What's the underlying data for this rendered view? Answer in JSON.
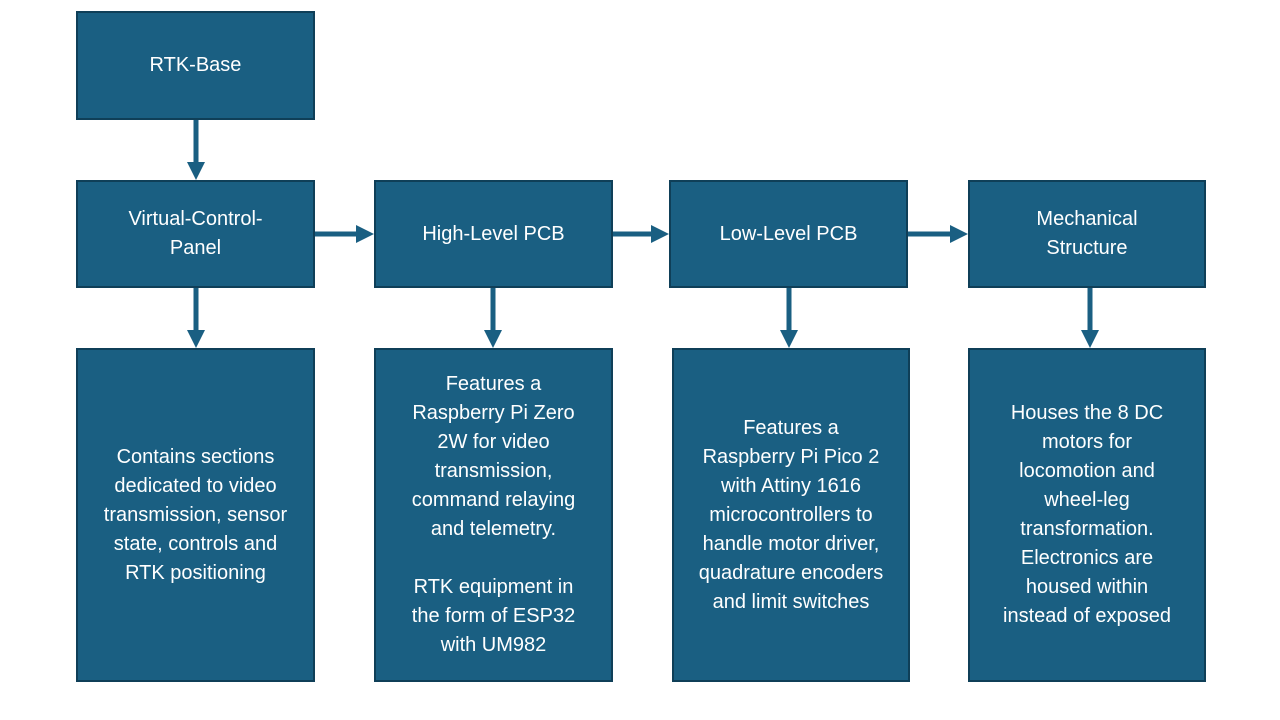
{
  "diagram": {
    "nodes": {
      "rtk_base": "RTK-Base",
      "virtual_control_panel": "Virtual-Control-\nPanel",
      "high_level_pcb": "High-Level PCB",
      "low_level_pcb": "Low-Level PCB",
      "mechanical_structure": "Mechanical\nStructure"
    },
    "descriptions": {
      "virtual_control_panel": "Contains sections\ndedicated to video\ntransmission, sensor\nstate, controls and\nRTK positioning",
      "high_level_pcb": "Features a\nRaspberry Pi Zero\n2W for video\ntransmission,\ncommand relaying\nand telemetry.\n\nRTK equipment in\nthe form of ESP32\nwith UM982",
      "low_level_pcb": "Features a\nRaspberry Pi Pico 2\nwith Attiny 1616\nmicrocontrollers to\nhandle motor driver,\nquadrature encoders\nand limit switches",
      "mechanical_structure": "Houses the 8 DC\nmotors for\nlocomotion and\nwheel-leg\ntransformation.\nElectronics are\nhoused within\ninstead of exposed"
    }
  },
  "colors": {
    "box_fill": "#1a5f82",
    "box_border": "#0f3f58",
    "arrow": "#1a5f82",
    "text": "#ffffff"
  }
}
